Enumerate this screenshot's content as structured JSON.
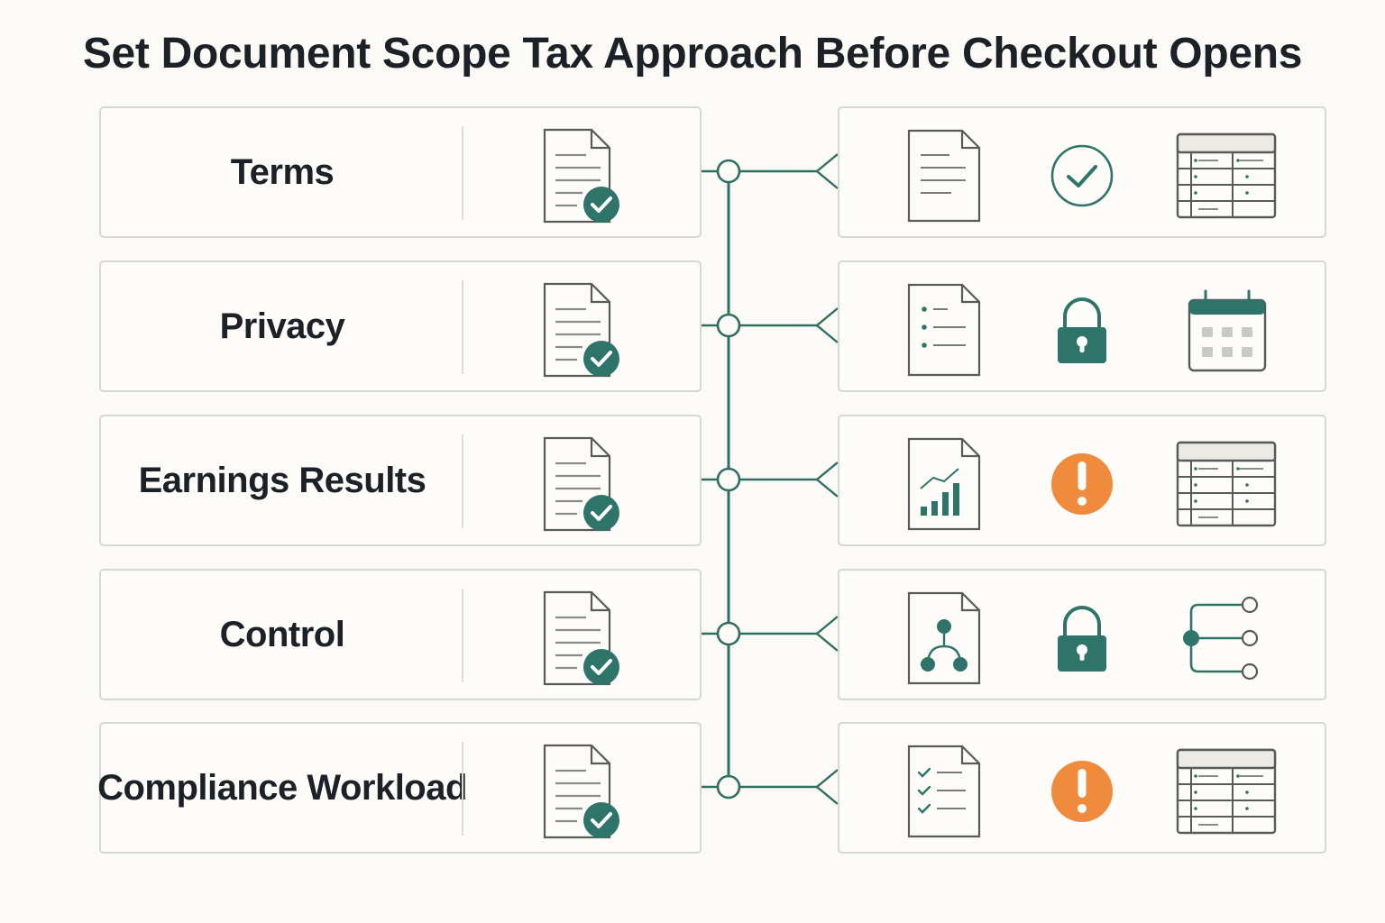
{
  "title": "Set Document Scope Tax Approach Before Checkout Opens",
  "colors": {
    "accent": "#2f7468",
    "line": "#2f6e62",
    "warning": "#f08a3c",
    "stroke": "#5a5a5a",
    "border": "#d7d7d3"
  },
  "rows": [
    {
      "label": "Terms",
      "left_icon": "document-check-icon",
      "icons": [
        "document-icon",
        "check-circle-icon",
        "table-icon"
      ]
    },
    {
      "label": "Privacy",
      "left_icon": "document-check-icon",
      "icons": [
        "document-list-icon",
        "padlock-icon",
        "calendar-icon"
      ]
    },
    {
      "label": "Earnings Results",
      "left_icon": "document-check-icon",
      "icons": [
        "document-chart-icon",
        "warning-circle-icon",
        "table-icon"
      ]
    },
    {
      "label": "Control",
      "left_icon": "document-check-icon",
      "icons": [
        "document-hierarchy-icon",
        "padlock-icon",
        "branch-icon"
      ]
    },
    {
      "label": "Compliance Workload",
      "left_icon": "document-check-icon",
      "icons": [
        "document-checklist-icon",
        "warning-circle-icon",
        "table-icon"
      ]
    }
  ]
}
